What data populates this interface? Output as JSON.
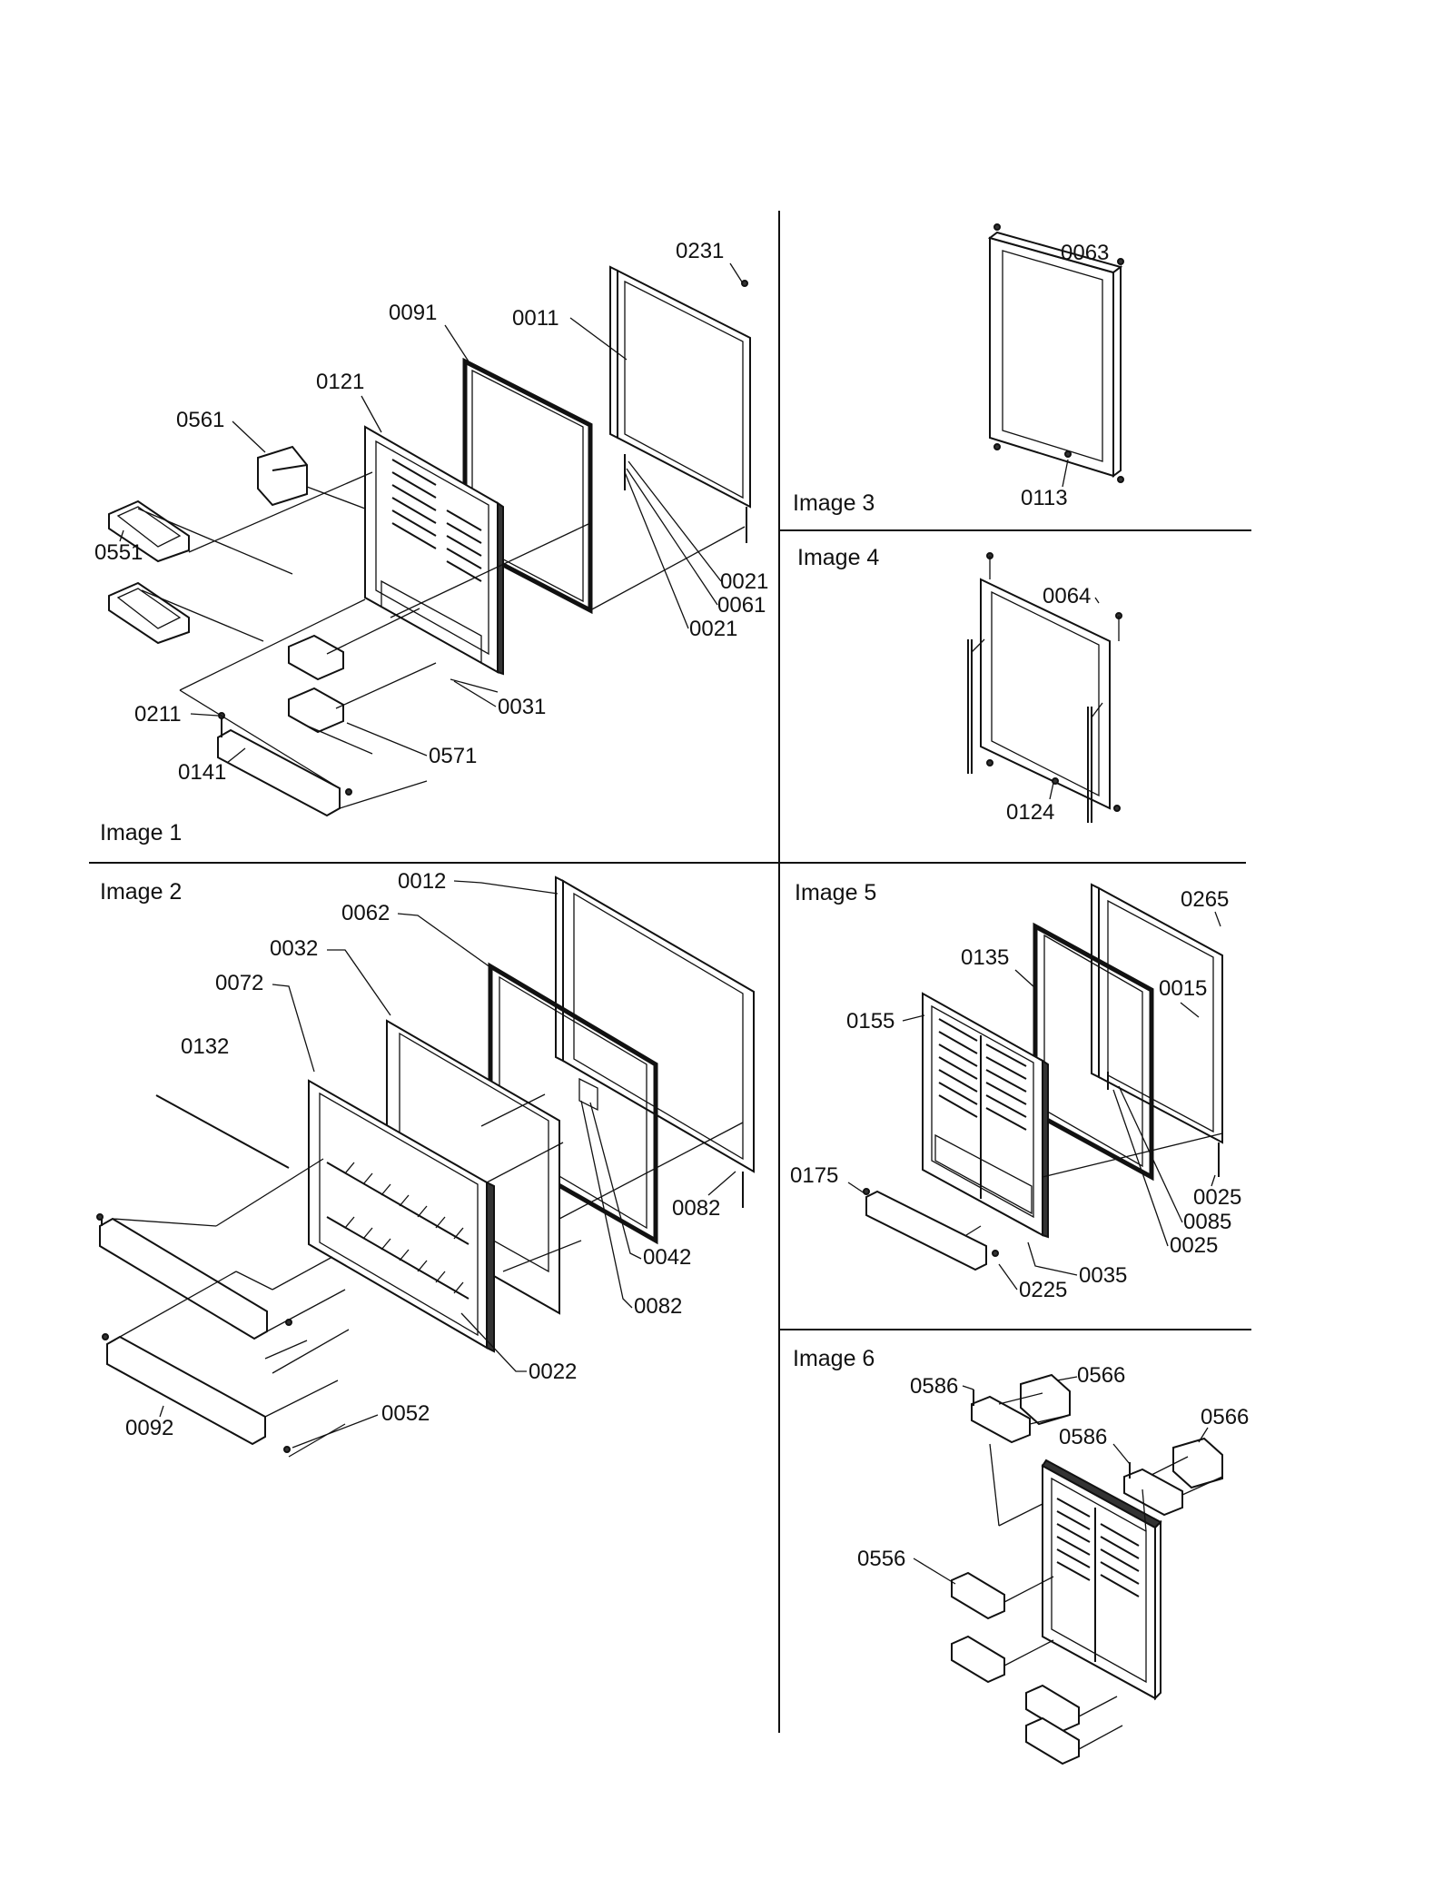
{
  "panels": [
    {
      "title": "Image 1",
      "labels": [
        "0231",
        "0091",
        "0011",
        "0121",
        "0561",
        "0551",
        "0021",
        "0061",
        "0021",
        "0211",
        "0031",
        "0571",
        "0141"
      ]
    },
    {
      "title": "Image 2",
      "labels": [
        "0012",
        "0062",
        "0032",
        "0072",
        "0132",
        "0082",
        "0042",
        "0082",
        "0022",
        "0052",
        "0092"
      ]
    },
    {
      "title": "Image 3",
      "labels": [
        "0063",
        "0113"
      ]
    },
    {
      "title": "Image 4",
      "labels": [
        "0064",
        "0124"
      ]
    },
    {
      "title": "Image 5",
      "labels": [
        "0265",
        "0135",
        "0015",
        "0155",
        "0175",
        "0025",
        "0085",
        "0025",
        "0035",
        "0225"
      ]
    },
    {
      "title": "Image 6",
      "labels": [
        "0586",
        "0566",
        "0586",
        "0566",
        "0556"
      ]
    }
  ]
}
